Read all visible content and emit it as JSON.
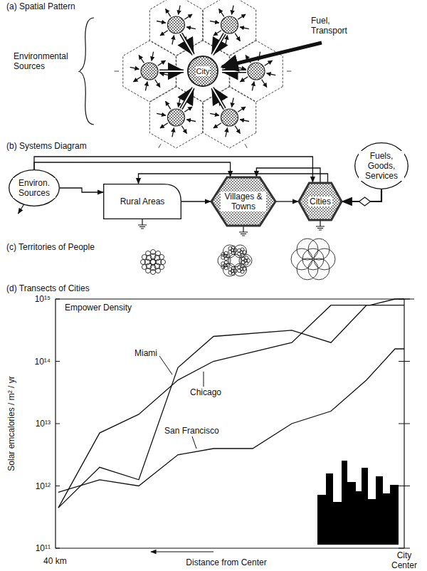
{
  "diagram": {
    "nodes": [
      {
        "text": [
          "City"
        ]
      },
      {
        "text": [
          "Environ. Sources"
        ]
      },
      {
        "text": [
          "Rural Areas"
        ]
      },
      {
        "text": [
          "Villages & Towns"
        ]
      },
      {
        "text": [
          "Cities"
        ]
      },
      {
        "text": [
          "Fuels, Goods, Services"
        ]
      }
    ],
    "edges": [
      {
        "from": 1,
        "to": 2,
        "arrow": "to"
      },
      {
        "from": 1,
        "to": 3,
        "arrow": "to"
      },
      {
        "from": 1,
        "to": 4,
        "arrow": "to"
      },
      {
        "from": 2,
        "to": 3,
        "arrow": "to"
      },
      {
        "from": 3,
        "to": 4,
        "arrow": "to"
      },
      {
        "from": 5,
        "to": 4,
        "arrow": "to"
      },
      {
        "from": 4,
        "to": 3,
        "arrow": "to"
      },
      {
        "from": 4,
        "to": 2,
        "arrow": "to"
      }
    ],
    "labels": [
      "(a) Spatial Pattern",
      "Environmental Sources",
      "Fuel, Transport",
      "(b) Systems Diagram",
      "(c) Territories of People",
      "(d) Transects of Cities",
      "Empower Density",
      "Miami",
      "Chicago",
      "San Francisco",
      "Solar emcalories / m² / yr",
      "10¹⁵",
      "10¹⁴",
      "10¹³",
      "10¹²",
      "10¹¹",
      "40 km",
      "Distance from Center",
      "City Center"
    ]
  }
}
